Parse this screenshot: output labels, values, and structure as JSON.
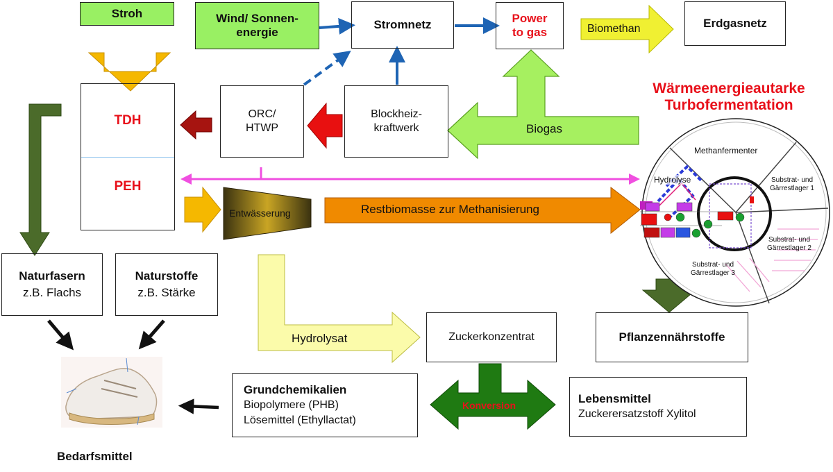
{
  "nodes": {
    "stroh": "Stroh",
    "wind": "Wind/ Sonnen-\nenergie",
    "stromnetz": "Stromnetz",
    "power_to_gas": "Power\nto gas",
    "biomethan": "Biomethan",
    "erdgasnetz": "Erdgasnetz",
    "tdh": "TDH",
    "peh": "PEH",
    "orc": "ORC/\nHTWP",
    "bhkw": "Blockheiz-\nkraftwerk",
    "biogas": "Biogas",
    "entwaesserung": "Entwässerung",
    "restbiomasse": "Restbiomasse zur Methanisierung",
    "hydrolysat": "Hydrolysat",
    "zucker": "Zuckerkonzentrat",
    "naturfasern_title": "Naturfasern",
    "naturfasern_sub": "z.B. Flachs",
    "naturstoffe_title": "Naturstoffe",
    "naturstoffe_sub": "z.B. Stärke",
    "pflanzen": "Pflanzennährstoffe",
    "grund_title": "Grundchemikalien",
    "grund_line1": "Biopolymere (PHB)",
    "grund_line2": "Lösemittel (Ethyllactat)",
    "konversion": "Konversion",
    "leben_title": "Lebensmittel",
    "leben_line1": "Zuckerersatzstoff Xylitol",
    "bedarfsmittel": "Bedarfsmittel"
  },
  "turbofermentation": {
    "title": "Wärmeenergieautarke\nTurbofermentation",
    "methanfermenter": "Methanfermenter",
    "hydrolyse": "Hydrolyse",
    "lager1": "Substrat- und\nGärrestlager 1",
    "lager2": "Substrat- und\nGärrestlager 2",
    "lager3": "Substrat- und\nGärrestlager 3"
  },
  "colors": {
    "green_box": "#99f063",
    "dark_green": "#4b6b2a",
    "konversion_green": "#1f7a12",
    "blue": "#1e64b4",
    "red_arrow": "#e81010",
    "dark_red": "#a61410",
    "orange": "#f5b800",
    "restbiomasse_orange": "#f08a00",
    "yellow": "#f0f032",
    "light_yellow": "#fbfbaa",
    "magenta": "#f04fe0",
    "light_green_arrow": "#a6f060"
  }
}
